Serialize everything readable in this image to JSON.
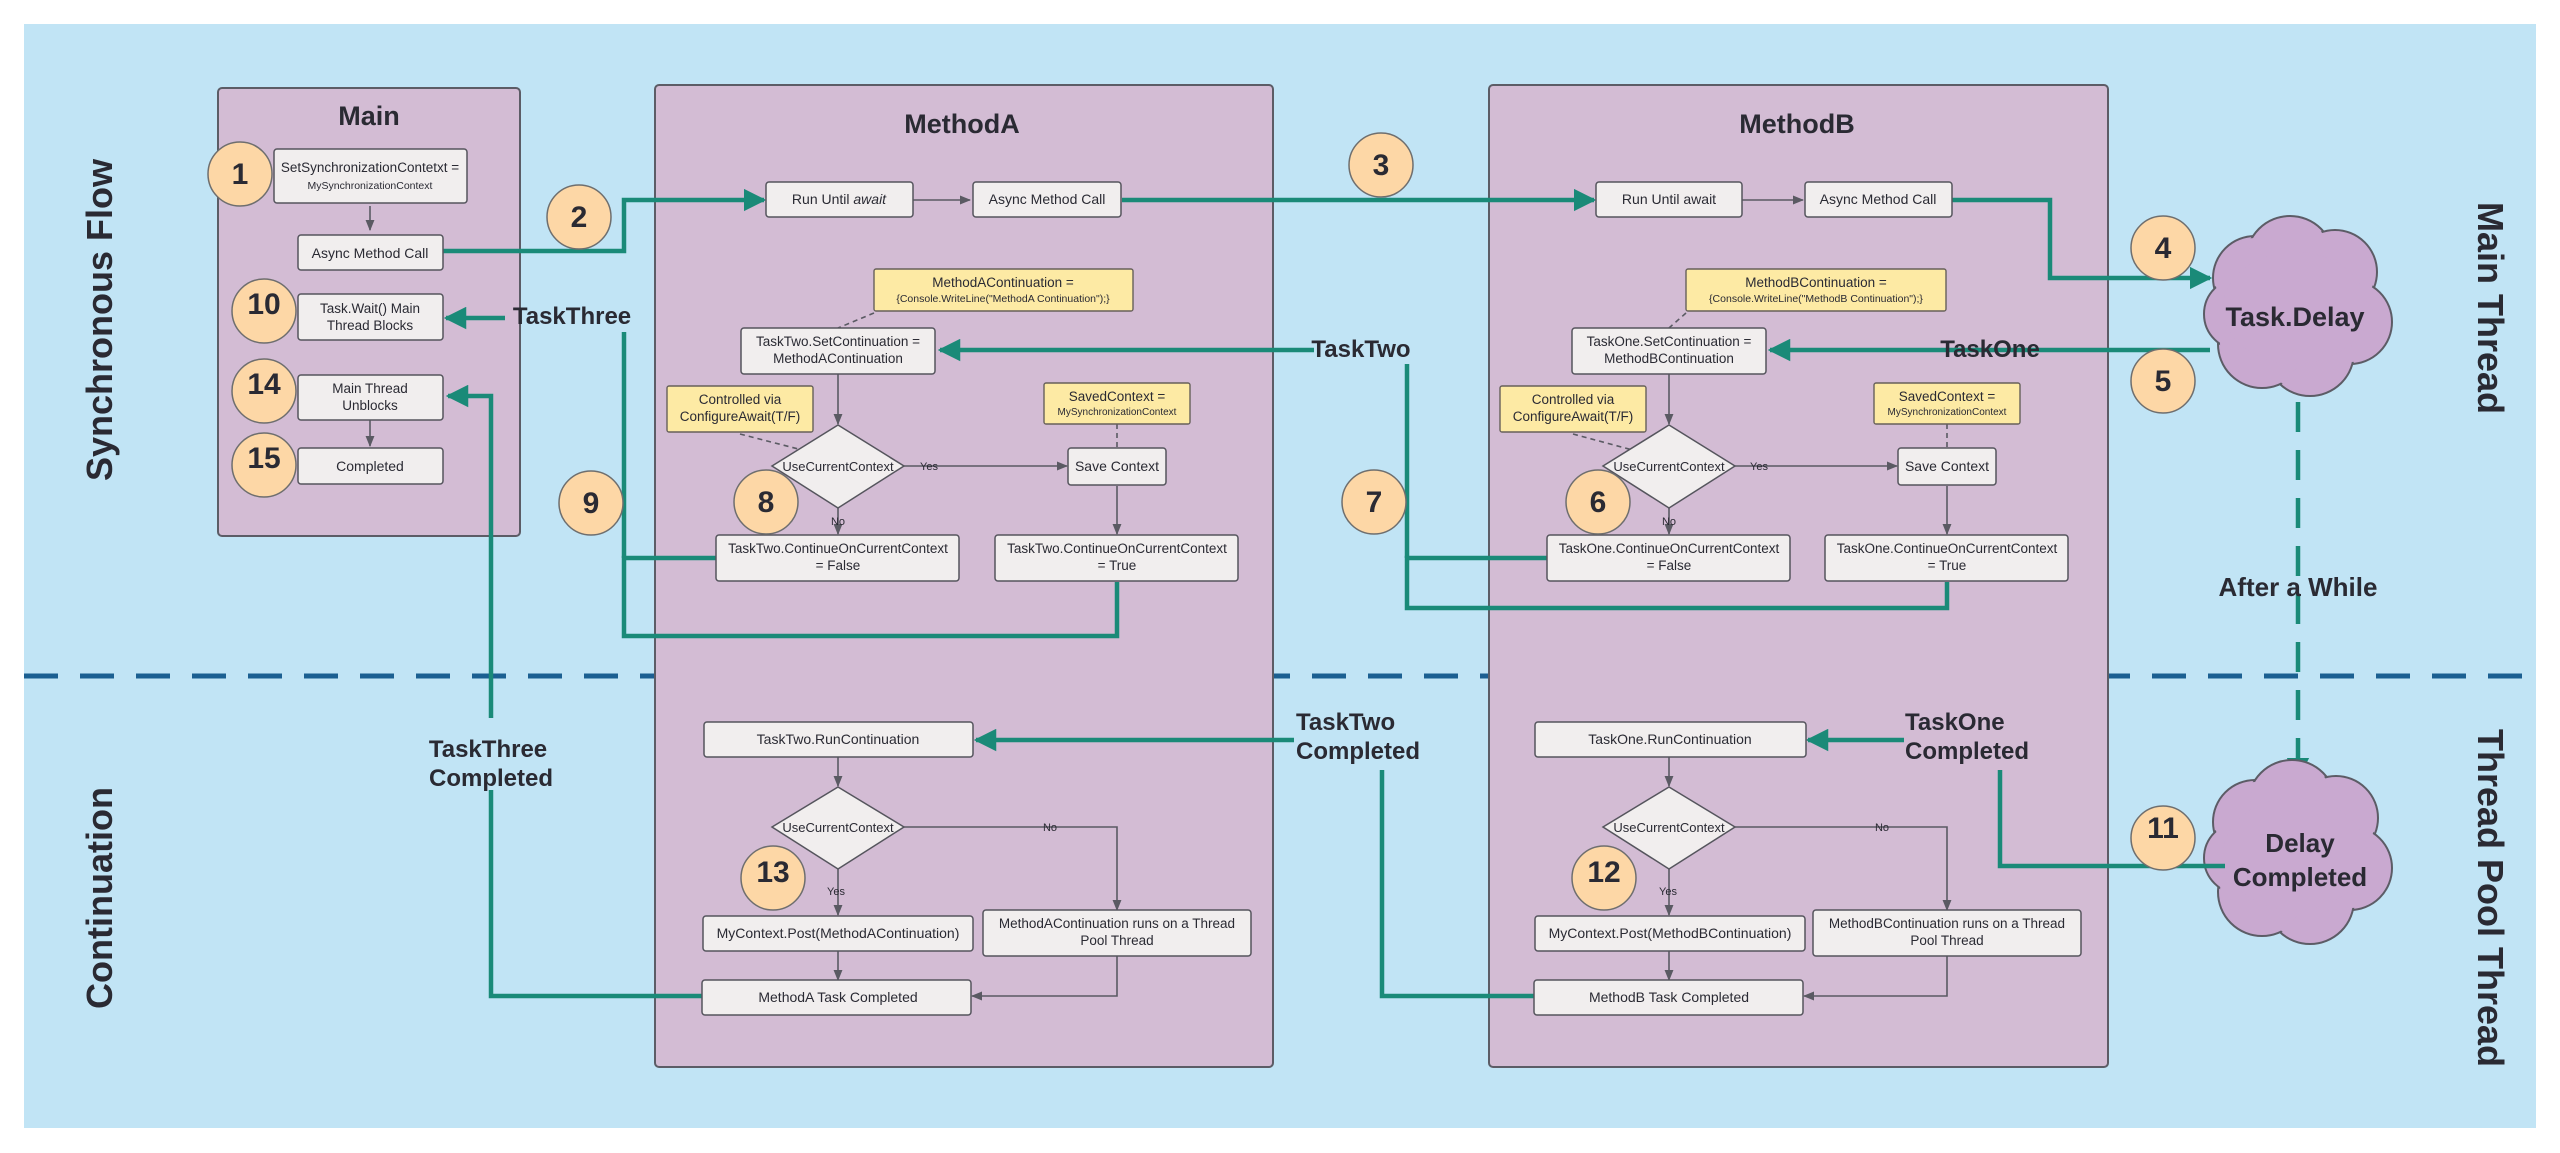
{
  "colors": {
    "page": "#ffffff",
    "background": "#c1e4f5",
    "panel": "#d3bcd4",
    "panel_stroke": "#5c5c66",
    "node": "#f1eeee",
    "node_stroke": "#55555d",
    "note": "#fdeaa4",
    "note_stroke": "#66605a",
    "step": "#fdd7a6",
    "step_stroke": "#6e6e6e",
    "flow": "#1a8a78",
    "divider": "#1b5f91",
    "cloud": "#c9a9d0",
    "text": "#2a2a33"
  },
  "lanes": {
    "sync_flow": "Synchronous Flow",
    "continuation": "Continuation",
    "main_thread": "Main Thread",
    "thread_pool": "Thread Pool Thread"
  },
  "panels": {
    "main": "Main",
    "method_a": "MethodA",
    "method_b": "MethodB"
  },
  "main_nodes": {
    "set_sync_1": "SetSynchronizationContetxt =",
    "set_sync_2": "MySynchronizationContext",
    "async_call": "Async Method Call",
    "wait_1": "Task.Wait() Main",
    "wait_2": "Thread Blocks",
    "unblocks_1": "Main Thread",
    "unblocks_2": "Unblocks",
    "completed": "Completed"
  },
  "method_a": {
    "run_prefix": "Run Until ",
    "run_await": "await",
    "async_call": "Async Method Call",
    "continuation_note_1": "MethodAContinuation =",
    "continuation_note_2": "{Console.WriteLine(\"MethodA Continuation\");}",
    "set_cont_1": "TaskTwo.SetContinuation =",
    "set_cont_2": "MethodAContinuation",
    "saved_context_1": "SavedContext =",
    "saved_context_2": "MySynchronizationContext",
    "controlled_1": "Controlled via",
    "controlled_2": "ConfigureAwait(T/F)",
    "decision": "UseCurrentContext",
    "yes": "Yes",
    "no": "No",
    "save_context": "Save Context",
    "cont_false_1": "TaskTwo.ContinueOnCurrentContext",
    "cont_false_2": "= False",
    "cont_true_1": "TaskTwo.ContinueOnCurrentContext",
    "cont_true_2": "= True",
    "run_continuation": "TaskTwo.RunContinuation",
    "decision2": "UseCurrentContext",
    "no2": "No",
    "yes2": "Yes",
    "post": "MyContext.Post(MethodAContinuation)",
    "threadpool_1": "MethodAContinuation runs on a Thread",
    "threadpool_2": "Pool Thread",
    "task_completed": "MethodA Task Completed"
  },
  "method_b": {
    "run": "Run Until await",
    "async_call": "Async Method Call",
    "continuation_note_1": "MethodBContinuation =",
    "continuation_note_2": "{Console.WriteLine(\"MethodB Continuation\");}",
    "set_cont_1": "TaskOne.SetContinuation =",
    "set_cont_2": "MethodBContinuation",
    "saved_context_1": "SavedContext =",
    "saved_context_2": "MySynchronizationContext",
    "controlled_1": "Controlled via",
    "controlled_2": "ConfigureAwait(T/F)",
    "decision": "UseCurrentContext",
    "yes": "Yes",
    "no": "No",
    "save_context": "Save Context",
    "cont_false_1": "TaskOne.ContinueOnCurrentContext",
    "cont_false_2": "= False",
    "cont_true_1": "TaskOne.ContinueOnCurrentContext",
    "cont_true_2": "= True",
    "run_continuation": "TaskOne.RunContinuation",
    "decision2": "UseCurrentContext",
    "no2": "No",
    "yes2": "Yes",
    "post": "MyContext.Post(MethodBContinuation)",
    "threadpool_1": "MethodBContinuation runs on a Thread",
    "threadpool_2": "Pool Thread",
    "task_completed": "MethodB Task Completed"
  },
  "flow_labels": {
    "task_three": "TaskThree",
    "task_two": "TaskTwo",
    "task_one": "TaskOne",
    "after_while": "After a While",
    "task_three_completed_1": "TaskThree",
    "task_three_completed_2": "Completed",
    "task_two_completed_1": "TaskTwo",
    "task_two_completed_2": "Completed",
    "task_one_completed_1": "TaskOne",
    "task_one_completed_2": "Completed"
  },
  "clouds": {
    "task_delay": "Task.Delay",
    "delay_completed_1": "Delay",
    "delay_completed_2": "Completed"
  },
  "steps": {
    "s1": "1",
    "s2": "2",
    "s3": "3",
    "s4": "4",
    "s5": "5",
    "s6": "6",
    "s7": "7",
    "s8": "8",
    "s9": "9",
    "s10": "10",
    "s11": "11",
    "s12": "12",
    "s13": "13",
    "s14": "14",
    "s15": "15"
  }
}
